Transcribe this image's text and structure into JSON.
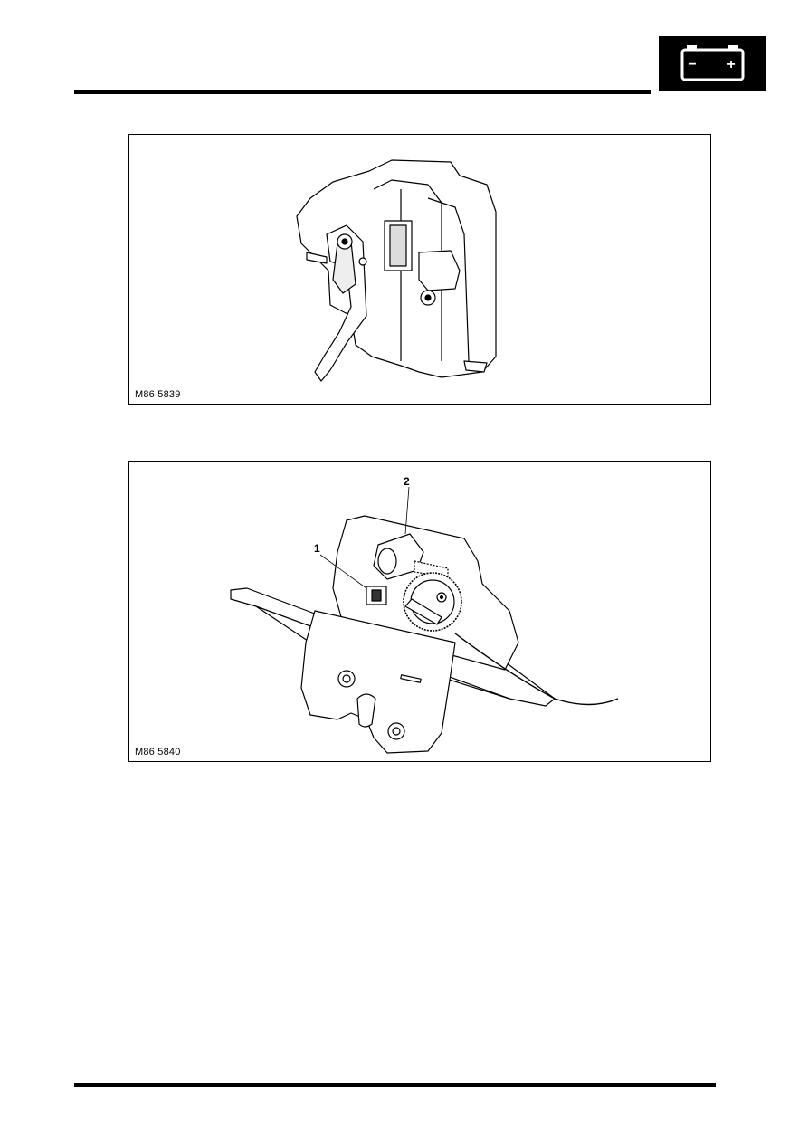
{
  "header": {
    "section_icon": "battery-icon",
    "icon_minus": "−",
    "icon_plus": "+"
  },
  "figures": [
    {
      "reference": "M86 5839",
      "illustration": "latch-assembly-icon"
    },
    {
      "reference": "M86 5840",
      "illustration": "latch-motor-assembly-icon",
      "callouts": [
        {
          "label": "1"
        },
        {
          "label": "2"
        }
      ]
    }
  ]
}
